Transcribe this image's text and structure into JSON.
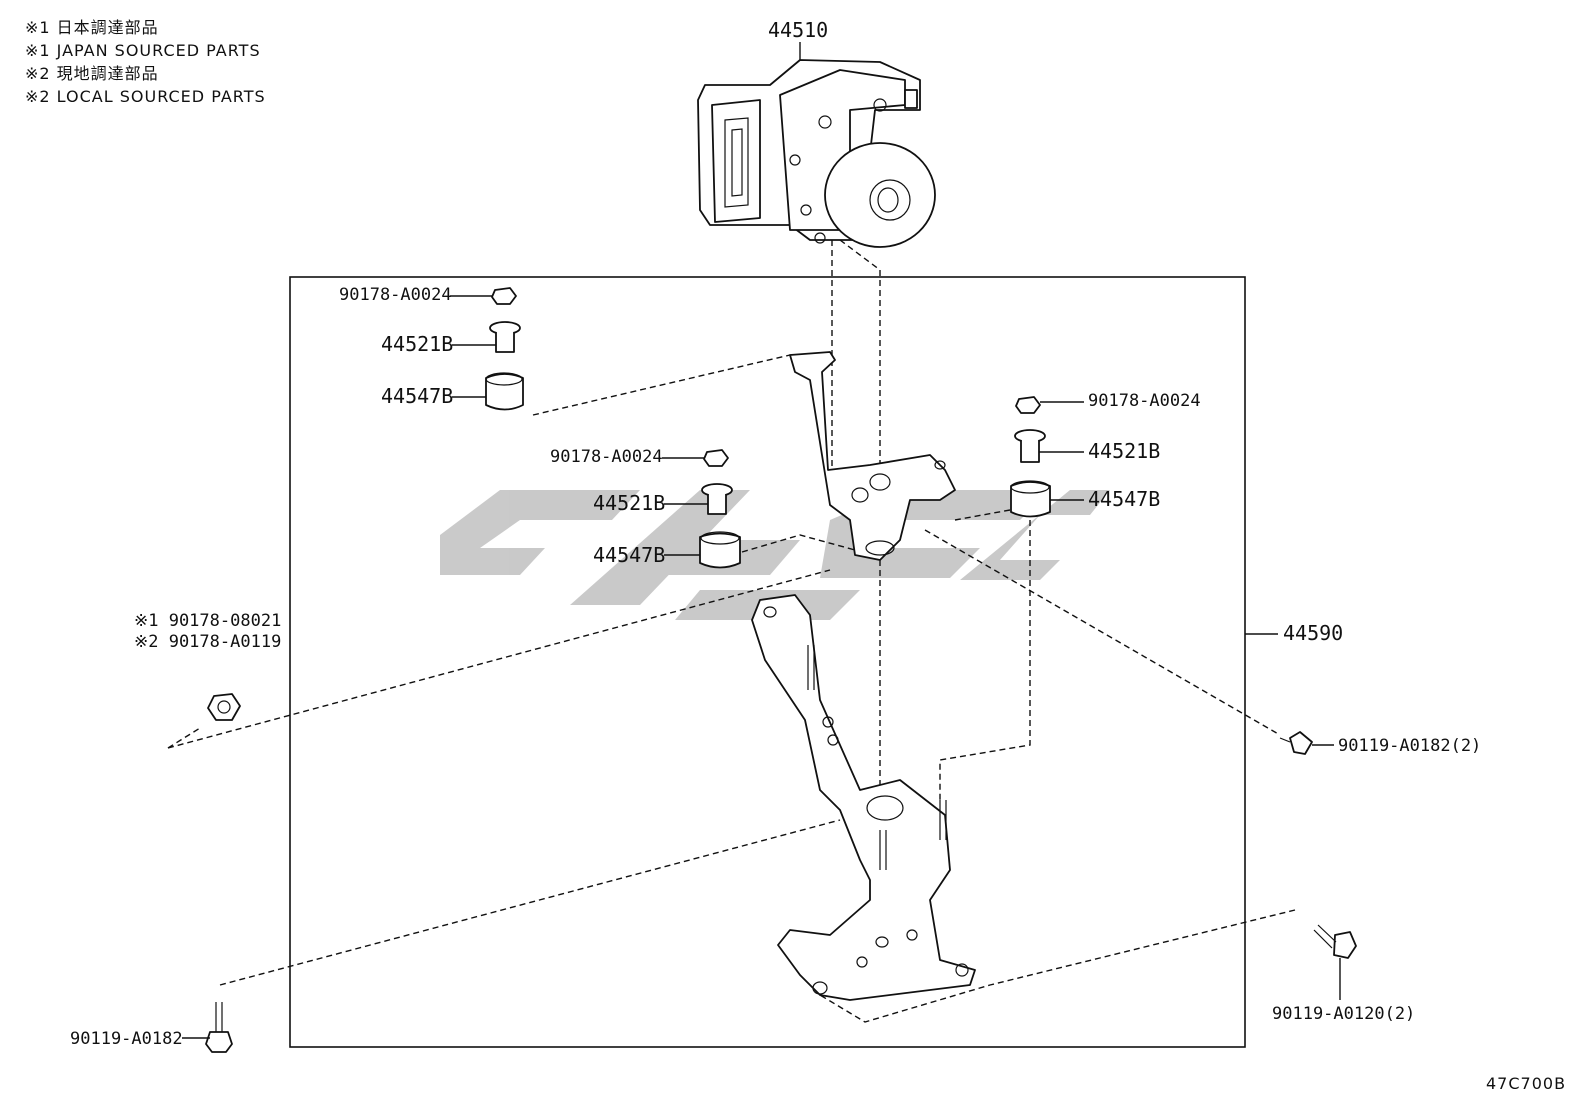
{
  "notes": {
    "line1": "※1 日本調達部品",
    "line2": "※1 JAPAN SOURCED PARTS",
    "line3": "※2 現地調達部品",
    "line4": "※2 LOCAL SOURCED PARTS"
  },
  "labels": {
    "abs_unit": "44510",
    "bracket_assy": "44590",
    "nut_left": "90178-A0024",
    "nut_center": "90178-A0024",
    "nut_right": "90178-A0024",
    "collar_left": "44521B",
    "collar_center": "44521B",
    "collar_right": "44521B",
    "cushion_left": "44547B",
    "cushion_center": "44547B",
    "cushion_right": "44547B",
    "nut_sourced_1": "※1 90178-08021",
    "nut_sourced_2": "※2 90178-A0119",
    "bolt_right_mid": "90119-A0182(2)",
    "bolt_right_low": "90119-A0120(2)",
    "bolt_bottom_left": "90119-A0182"
  },
  "figure_code": "47C700B"
}
